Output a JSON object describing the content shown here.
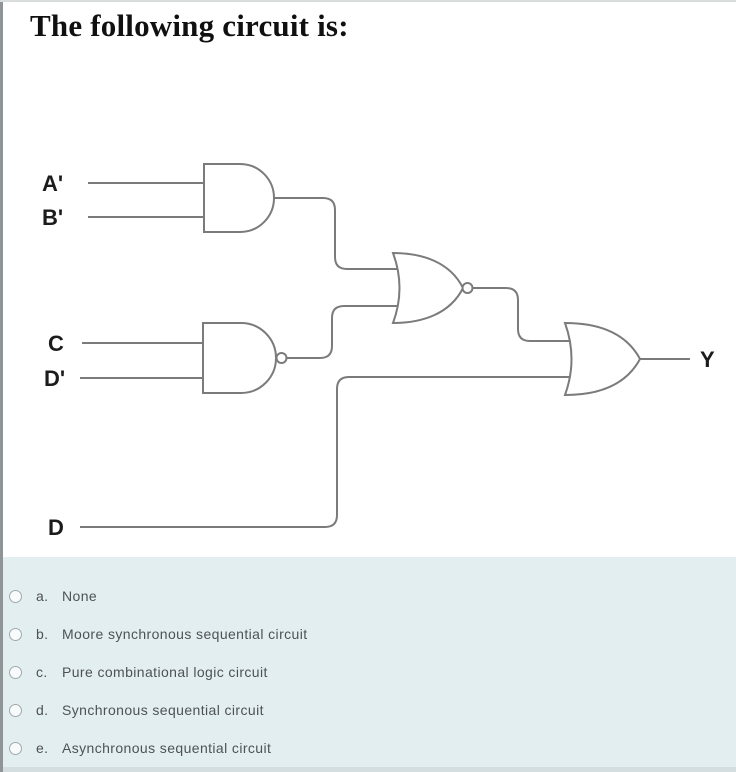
{
  "question": {
    "title": "The following circuit is:"
  },
  "circuit": {
    "stroke_color": "#7b7b7b",
    "label_color": "#1c1c1c",
    "inputs": {
      "a": "A'",
      "b": "B'",
      "c": "C",
      "d_prime": "D'",
      "d": "D"
    },
    "output": {
      "y": "Y"
    },
    "gates": [
      "AND",
      "NAND",
      "NOR",
      "OR"
    ]
  },
  "options": {
    "panel_color": "#e3eef1",
    "items": [
      {
        "letter": "a.",
        "label": "None"
      },
      {
        "letter": "b.",
        "label": "Moore synchronous sequential circuit"
      },
      {
        "letter": "c.",
        "label": "Pure combinational logic circuit"
      },
      {
        "letter": "d.",
        "label": "Synchronous sequential circuit"
      },
      {
        "letter": "e.",
        "label": "Asynchronous sequential circuit"
      }
    ]
  }
}
